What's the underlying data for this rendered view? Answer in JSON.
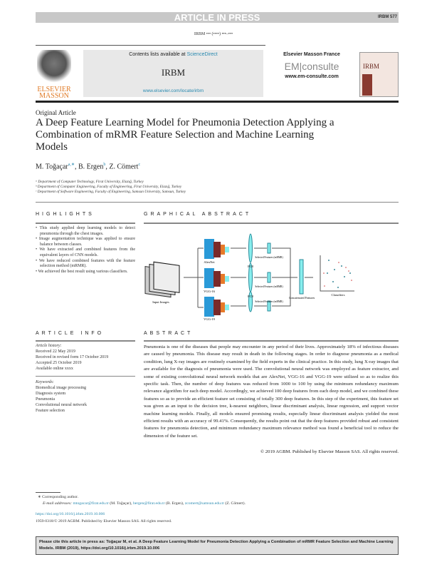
{
  "banner": {
    "text": "ARTICLE IN PRESS",
    "id": "IRBM 577"
  },
  "volume_line": "IRBM ••• (••••) •••–•••",
  "journal_box": {
    "contents_prefix": "Contents lists available at ",
    "sciencedirect": "ScienceDirect",
    "journal": "IRBM",
    "url": "www.elsevier.com/locate/irbm"
  },
  "publisher_logo": "ELSEVIER MASSON",
  "em": {
    "publisher": "Elsevier Masson France",
    "logo": "EM|consulte",
    "url": "www.em-consulte.com"
  },
  "cover_title": "IRBM",
  "article_type": "Original Article",
  "title": "A Deep Feature Learning Model for Pneumonia Detection Applying a Combination of mRMR Feature Selection and Machine Learning Models",
  "authors": [
    {
      "name": "M. Toğaçar",
      "sup": "a,∗"
    },
    {
      "name": "B. Ergen",
      "sup": "b"
    },
    {
      "name": "Z. Cömert",
      "sup": "c"
    }
  ],
  "affiliations": [
    "ᵃ Department of Computer Technology, Firat University, Elazığ, Turkey",
    "ᵇ Department of Computer Engineering, Faculty of Engineering, Firat University, Elazığ, Turkey",
    "ᶜ Department of Software Engineering, Faculty of Engineering, Samsun University, Samsun, Turkey"
  ],
  "highlights": {
    "heading": "HIGHLIGHTS",
    "items": [
      "This study applied deep learning models to detect pneumonia through the chest images.",
      "Image augmentation technique was applied to ensure balance between classes.",
      "We have extracted and combined features from the equivalent layers of CNN models.",
      "We have reduced combined features with the feature selection method (mRMR).",
      "We achieved the best result using various classifiers."
    ]
  },
  "graphical_abstract": {
    "heading": "GRAPHICAL ABSTRACT",
    "input": "Input Images",
    "models": [
      "AlexNet",
      "VGG-16",
      "VGG-19"
    ],
    "fc": "FC8",
    "selected": "Selected Features (mRMR)",
    "concat": "Concatenated Features",
    "classifiers": "Classifiers"
  },
  "article_info": {
    "heading": "ARTICLE INFO",
    "history_label": "Article history:",
    "history": [
      "Received 22 May 2019",
      "Received in revised form 17 October 2019",
      "Accepted 25 October 2019",
      "Available online xxxx"
    ],
    "keywords_label": "Keywords:",
    "keywords": [
      "Biomedical image processing",
      "Diagnosis system",
      "Pneumonia",
      "Convolutional neural network",
      "Feature selection"
    ]
  },
  "abstract": {
    "heading": "ABSTRACT",
    "text": "Pneumonia is one of the diseases that people may encounter in any period of their lives. Approximately 18% of infectious diseases are caused by pneumonia. This disease may result in death in the following stages. In order to diagnose pneumonia as a medical condition, lung X-ray images are routinely examined by the field experts in the clinical practice. In this study, lung X-ray images that are available for the diagnosis of pneumonia were used. The convolutional neural network was employed as feature extractor, and some of existing convolutional neural network models that are AlexNet, VGG-16 and VGG-19 were utilized so as to realize this specific task. Then, the number of deep features was reduced from 1000 to 100 by using the minimum redundancy maximum relevance algorithm for each deep model. Accordingly, we achieved 100 deep features from each deep model, and we combined these features so as to provide an efficient feature set consisting of totally 300 deep features. In this step of the experiment, this feature set was given as an input to the decision tree, k-nearest neighbors, linear discriminant analysis, linear regression, and support vector machine learning models. Finally, all models ensured promising results, especially linear discriminant analysis yielded the most efficient results with an accuracy of 99.41%. Consequently, the results point out that the deep features provided robust and consistent features for pneumonia detection, and minimum redundancy maximum relevance method was found a beneficial tool to reduce the dimension of the feature set.",
    "copyright": "© 2019 AGBM. Published by Elsevier Masson SAS. All rights reserved."
  },
  "footnotes": {
    "corresponding": "∗ Corresponding author.",
    "email_label": "E-mail addresses:",
    "emails": [
      {
        "addr": "mtogacar@firat.edu.tr",
        "who": " (M. Toğaçar), "
      },
      {
        "addr": "bergen@firat.edu.tr",
        "who": " (B. Ergen), "
      },
      {
        "addr": "zcomert@samsun.edu.tr",
        "who": " (Z. Cömert)."
      }
    ],
    "doi": "https://doi.org/10.1016/j.irbm.2019.10.006",
    "issn": "1959-0318/© 2019 AGBM. Published by Elsevier Masson SAS. All rights reserved."
  },
  "cite": "Please cite this article in press as: Toğaçar M, et al. A Deep Feature Learning Model for Pneumonia Detection Applying a Combination of mRMR Feature Selection and Machine Learning Models. IRBM (2019), https://doi.org/10.1016/j.irbm.2019.10.006",
  "colors": {
    "link": "#2a8ab0",
    "banner": "#c8c8c8",
    "publisher": "#e07a25"
  }
}
